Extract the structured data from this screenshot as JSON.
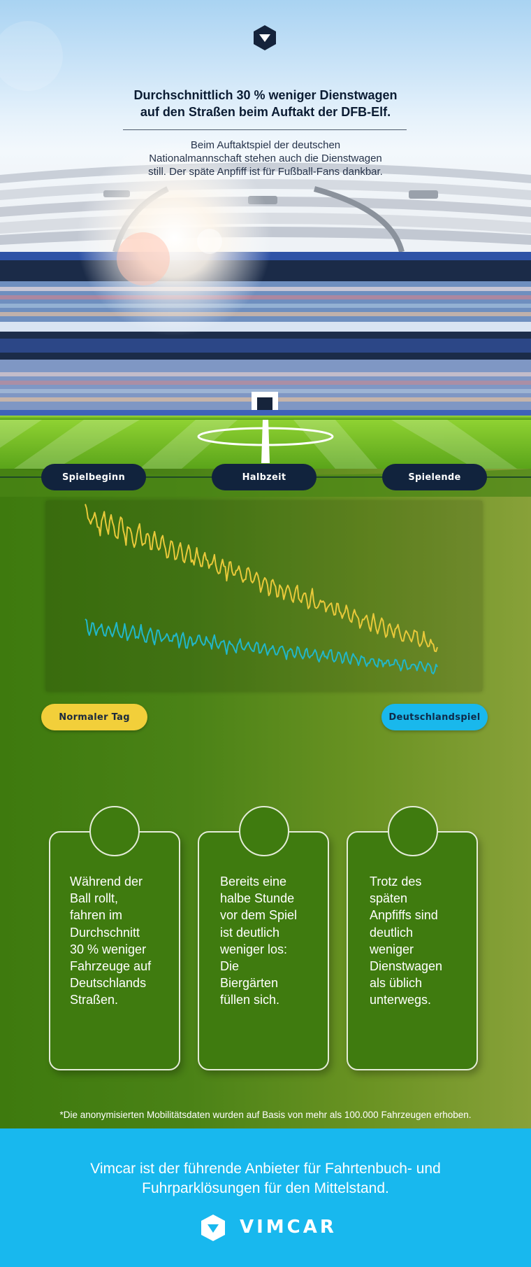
{
  "header": {
    "headline_line1": "Durchschnittlich 30 % weniger Dienstwagen",
    "headline_line2": "auf den Straßen beim Auftakt der DFB-Elf.",
    "subtitle_line1": "Beim Auftaktspiel der deutschen",
    "subtitle_line2": "Nationalmannschaft stehen auch die Dienstwagen",
    "subtitle_line3": "still. Der späte Anpfiff ist für Fußball-Fans dankbar.",
    "logo_icon": "vimcar-shield-icon"
  },
  "timeline": {
    "start": "Spielbeginn",
    "half": "Halbzeit",
    "end": "Spielende"
  },
  "legend": {
    "normal": "Normaler Tag",
    "match": "Deutschlandspiel"
  },
  "colors": {
    "normal_series": "#e9c93a",
    "match_series": "#22b7c9",
    "field_green": "#3f7b0f",
    "footer_blue": "#18b8ee",
    "navy": "#11233d"
  },
  "cards": [
    {
      "text_lines": [
        "Während der",
        "Ball rollt,",
        "fahren im",
        "Durchschnitt",
        "30 % weniger",
        "Fahrzeuge auf",
        "Deutschlands",
        "Straßen."
      ]
    },
    {
      "text_lines": [
        "Bereits eine",
        "halbe Stunde",
        "vor dem Spiel",
        "ist deutlich",
        "weniger los:",
        "Die",
        "Biergärten",
        "füllen sich."
      ]
    },
    {
      "text_lines": [
        "Trotz des",
        "späten",
        "Anpfiffs sind",
        "deutlich",
        "weniger",
        "Dienstwagen",
        "als üblich",
        "unterwegs."
      ]
    }
  ],
  "footnote": "*Die anonymisierten Mobilitätsdaten wurden auf Basis von mehr als 100.000 Fahrzeugen erhoben.",
  "footer": {
    "line1": "Vimcar ist der führende Anbieter für Fahrtenbuch- und",
    "line2": "Fuhrparklösungen für den Mittelstand.",
    "brand": "VIMCAR",
    "logo_icon": "vimcar-shield-icon"
  },
  "chart_data": {
    "type": "line",
    "series": [
      {
        "name": "Normaler Tag",
        "color": "#e9c93a",
        "trend": [
          0.92,
          0.23
        ]
      },
      {
        "name": "Deutschlandspiel",
        "color": "#22b7c9",
        "trend": [
          0.33,
          0.12
        ]
      }
    ]
  }
}
